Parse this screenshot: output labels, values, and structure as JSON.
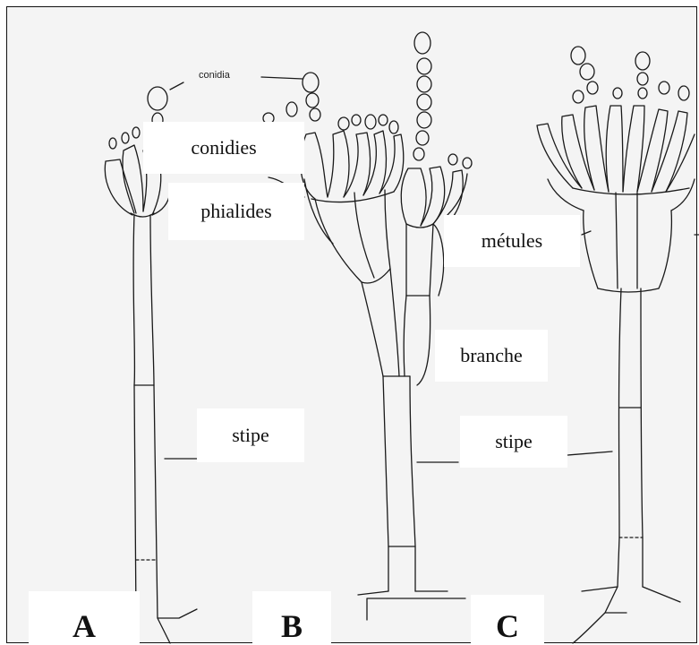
{
  "labels": {
    "conidia": "conidia",
    "conidies": "conidies",
    "phialides": "phialides",
    "metules": "métules",
    "branche": "branche",
    "stipe_a": "stipe",
    "stipe_b": "stipe"
  },
  "panels": {
    "a": "A",
    "b": "B",
    "c": "C"
  },
  "colors": {
    "line": "#1a1a1a",
    "background": "#f4f4f4",
    "label_box": "#ffffff"
  }
}
